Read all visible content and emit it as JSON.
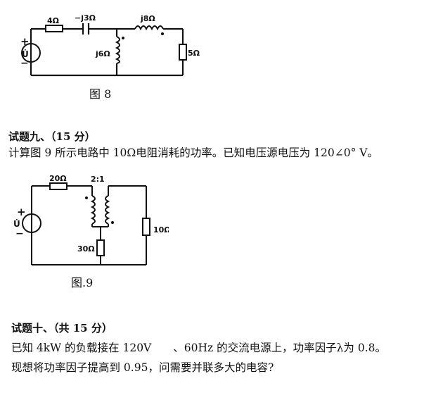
{
  "figure8": {
    "caption": "图 8",
    "source": {
      "plus": "+",
      "label": "U̇",
      "minus": "−"
    },
    "components": {
      "resistor_series": "4Ω",
      "capacitor": "−j3Ω",
      "inductor_top": "j8Ω",
      "inductor_shunt": "j6Ω",
      "resistor_load": "5Ω"
    }
  },
  "question9": {
    "heading": "试题九、（15 分）",
    "body": "计算图 9 所示电路中 10Ω电阻消耗的功率。已知电压源电压为 120∠0° V。"
  },
  "figure9": {
    "caption": "图.9",
    "source": {
      "plus": "+",
      "label": "U̇",
      "minus": "−"
    },
    "components": {
      "resistor_series": "20Ω",
      "transformer_ratio": "2:1",
      "resistor_bottom": "30Ω",
      "resistor_load": "10Ω"
    }
  },
  "question10": {
    "heading": "试题十、（共 15 分）",
    "line1": "已知 4kW 的负载接在 120V　　、60Hz 的交流电源上，功率因子λ为 0.8。",
    "line2": "现想将功率因子提高到 0.95，问需要并联多大的电容?"
  }
}
